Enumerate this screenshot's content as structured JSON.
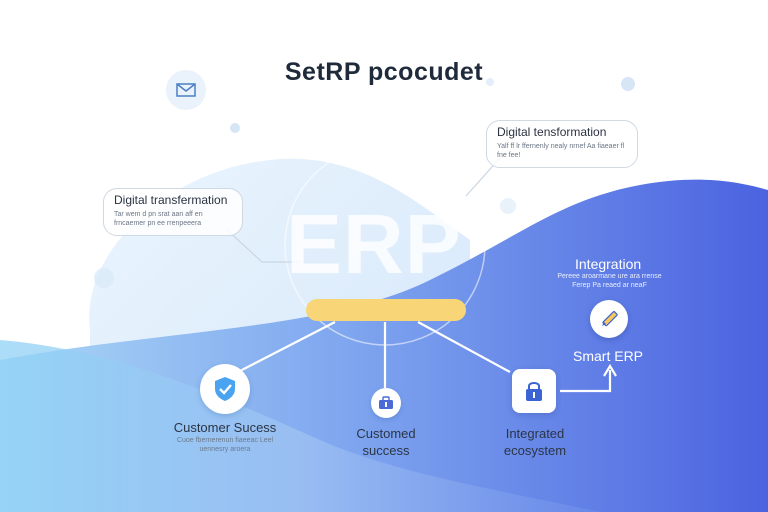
{
  "title": "SetRP pcocudet",
  "center": {
    "logo_text": "ERP"
  },
  "callouts": {
    "top_right": {
      "title": "Digital tensformation",
      "subtitle": "Yalf ff lr ffernenly nealy nrnef Aa fiaeaer fl fne fee!"
    },
    "left": {
      "title": "Digital transfermation",
      "subtitle": "Tar wem d pn srat aan aff en frncaemer pn ee rrenpeeera"
    }
  },
  "integration": {
    "title": "Integration",
    "subtitle": "Pereee aroarmane ure ara rrense Ferep Pa reaed ar neaF"
  },
  "smart_erp": {
    "label": "Smart ERP"
  },
  "nodes": [
    {
      "label": "Customer Sucess",
      "subtitle": "Cuoe fbernerenun fiaeeac Leel uennesry aroera"
    },
    {
      "label": "Customed success",
      "subtitle": ""
    },
    {
      "label": "Integrated ecosystem",
      "subtitle": ""
    }
  ],
  "icons": {
    "mail": "mail-icon",
    "shield": "shield-check-icon",
    "briefcase": "briefcase-icon",
    "lock": "lock-icon",
    "pen": "pen-icon",
    "arrow": "arrow-up-right-icon"
  },
  "colors": {
    "wave_light": "#cfe6fb",
    "wave_blue": "#5575e6",
    "bar_yellow": "#f8d577",
    "shield_blue": "#4aa3f0"
  }
}
